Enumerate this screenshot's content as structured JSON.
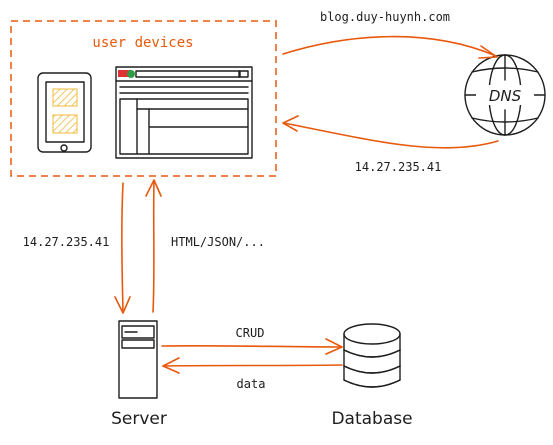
{
  "labels": {
    "user_devices": "user devices",
    "dns_domain": "blog.duy-huynh.com",
    "dns_ip": "14.27.235.41",
    "request_ip": "14.27.235.41",
    "response": "HTML/JSON/...",
    "crud": "CRUD",
    "data": "data",
    "dns": "DNS",
    "server": "Server",
    "database": "Database"
  },
  "colors": {
    "accent": "#e8590c",
    "ink": "#1e1e1e",
    "hatch_yellow": "#f0b93a",
    "hatch_green": "#69c76b",
    "browser_red": "#e03131",
    "browser_green": "#2f9e44"
  }
}
